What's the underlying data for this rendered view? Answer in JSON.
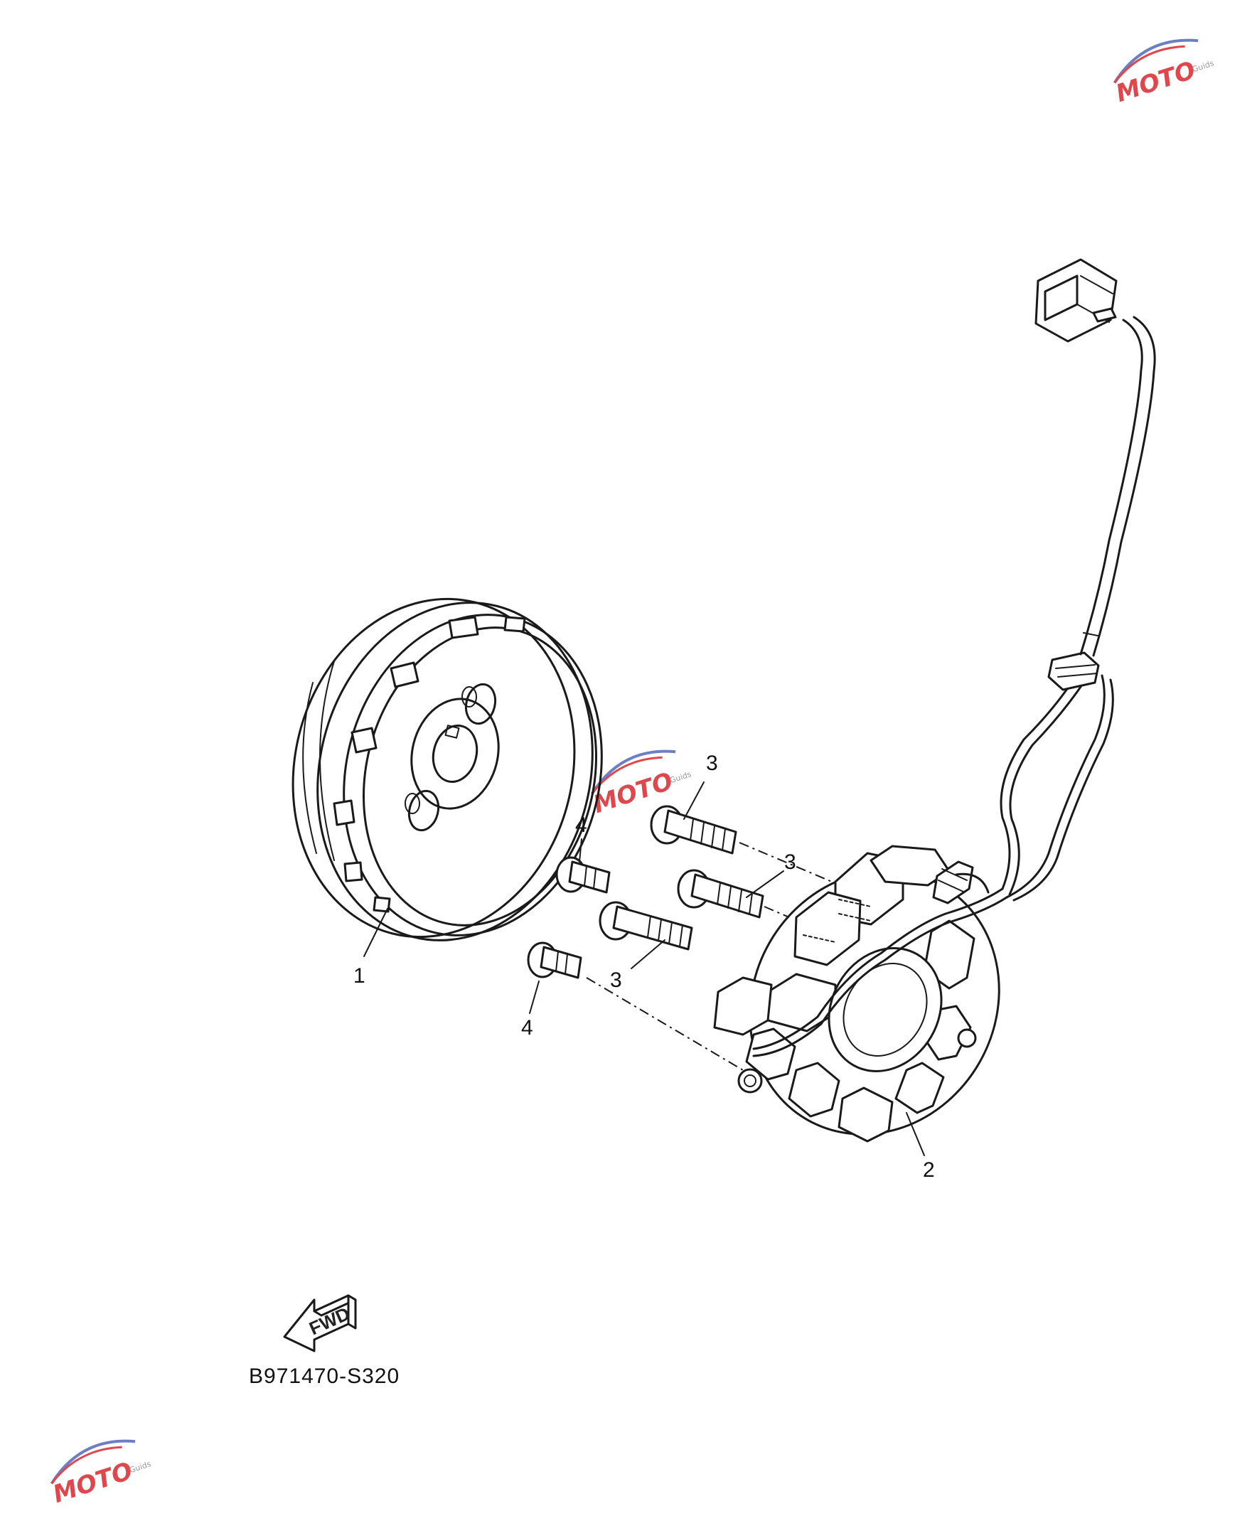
{
  "diagram": {
    "code": "B971470-S320",
    "fwd_label": "FWD",
    "callouts": [
      {
        "id": "1",
        "label": "1"
      },
      {
        "id": "2",
        "label": "2"
      },
      {
        "id": "3a",
        "label": "3"
      },
      {
        "id": "3b",
        "label": "3"
      },
      {
        "id": "3c",
        "label": "3"
      },
      {
        "id": "4a",
        "label": "4"
      },
      {
        "id": "4b",
        "label": "4"
      }
    ]
  },
  "watermark": {
    "brand": "MOTO",
    "tagline": "Guids",
    "colors": {
      "red": "#e0474c",
      "blue": "#6c7fc4",
      "gray": "#9a9a9a"
    }
  }
}
